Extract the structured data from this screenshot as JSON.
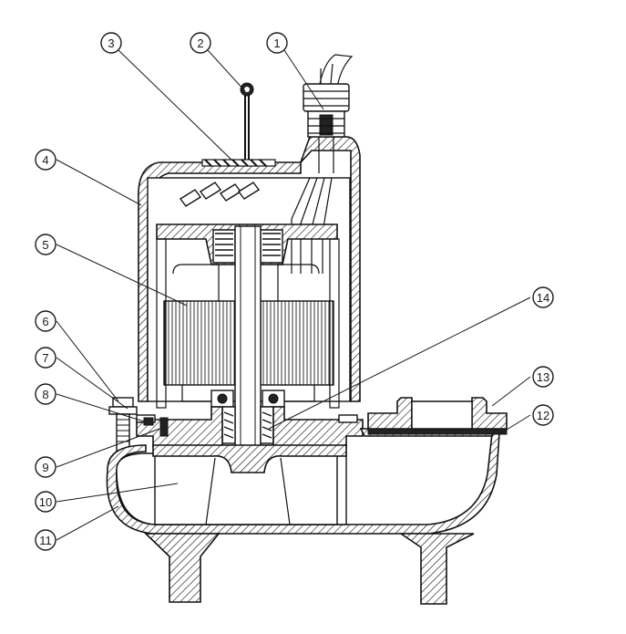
{
  "callouts": [
    {
      "id": "callout-1",
      "label": "1"
    },
    {
      "id": "callout-2",
      "label": "2"
    },
    {
      "id": "callout-3",
      "label": "3"
    },
    {
      "id": "callout-4",
      "label": "4"
    },
    {
      "id": "callout-5",
      "label": "5"
    },
    {
      "id": "callout-6",
      "label": "6"
    },
    {
      "id": "callout-7",
      "label": "7"
    },
    {
      "id": "callout-8",
      "label": "8"
    },
    {
      "id": "callout-9",
      "label": "9"
    },
    {
      "id": "callout-10",
      "label": "10"
    },
    {
      "id": "callout-11",
      "label": "11"
    },
    {
      "id": "callout-12",
      "label": "12"
    },
    {
      "id": "callout-13",
      "label": "13"
    },
    {
      "id": "callout-14",
      "label": "14"
    }
  ],
  "colors": {
    "line": "#111111",
    "background": "#ffffff"
  }
}
